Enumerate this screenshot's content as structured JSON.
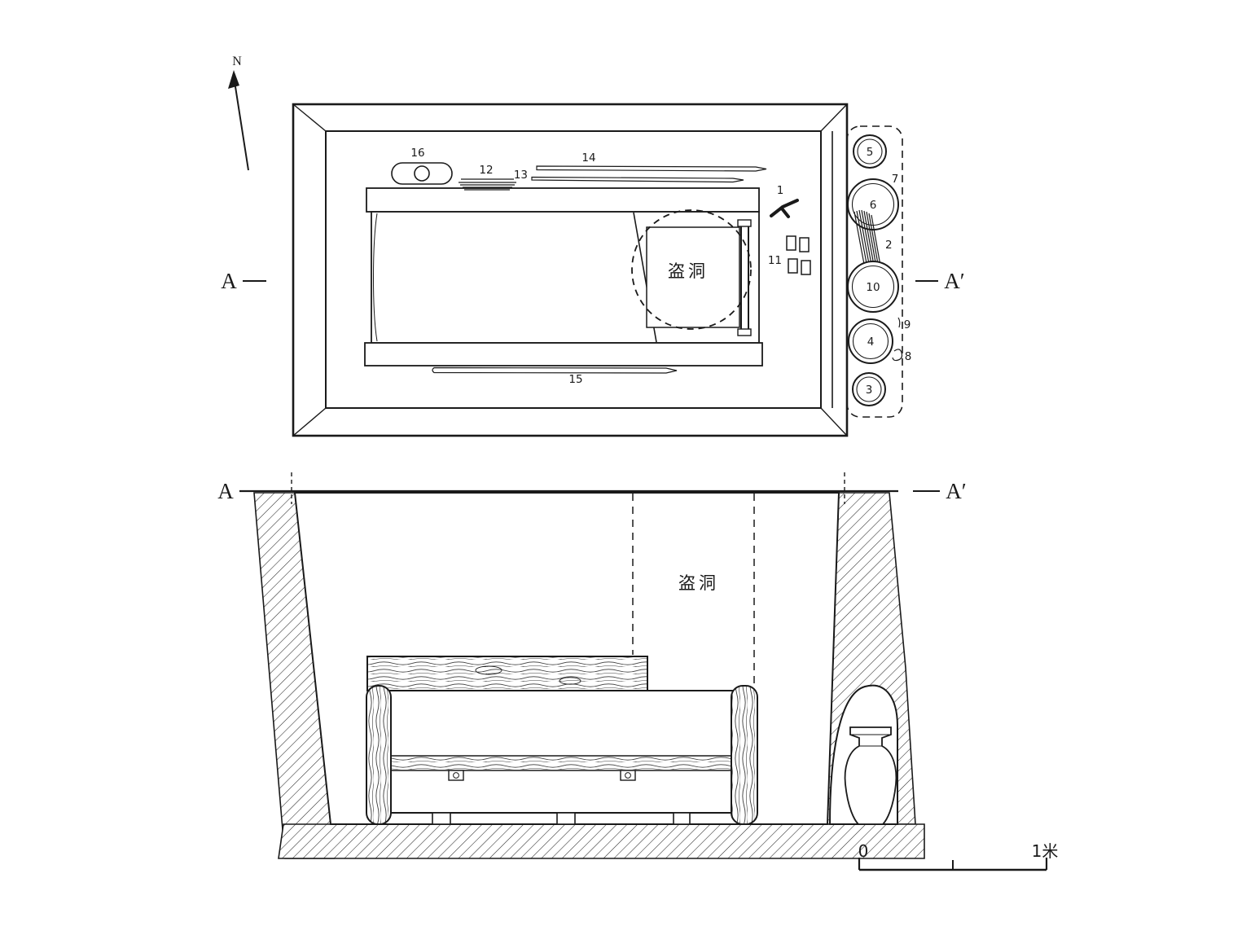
{
  "diagram": {
    "compass_label": "N",
    "plan": {
      "marker_left": "A",
      "marker_right": "A′",
      "robber_hole": "盗洞",
      "labels": {
        "n1": "1",
        "n2": "2",
        "n3": "3",
        "n4": "4",
        "n5": "5",
        "n6": "6",
        "n7": "7",
        "n8": "8",
        "n9": "9",
        "n10": "10",
        "n11": "11",
        "n12": "12",
        "n13": "13",
        "n14": "14",
        "n15": "15",
        "n16": "16"
      }
    },
    "section": {
      "marker_left": "A",
      "marker_right": "A′",
      "robber_hole": "盗洞"
    },
    "scale": {
      "start": "0",
      "end": "1米"
    }
  },
  "colors": {
    "ink": "#1a1a1a",
    "paper": "#ffffff"
  }
}
